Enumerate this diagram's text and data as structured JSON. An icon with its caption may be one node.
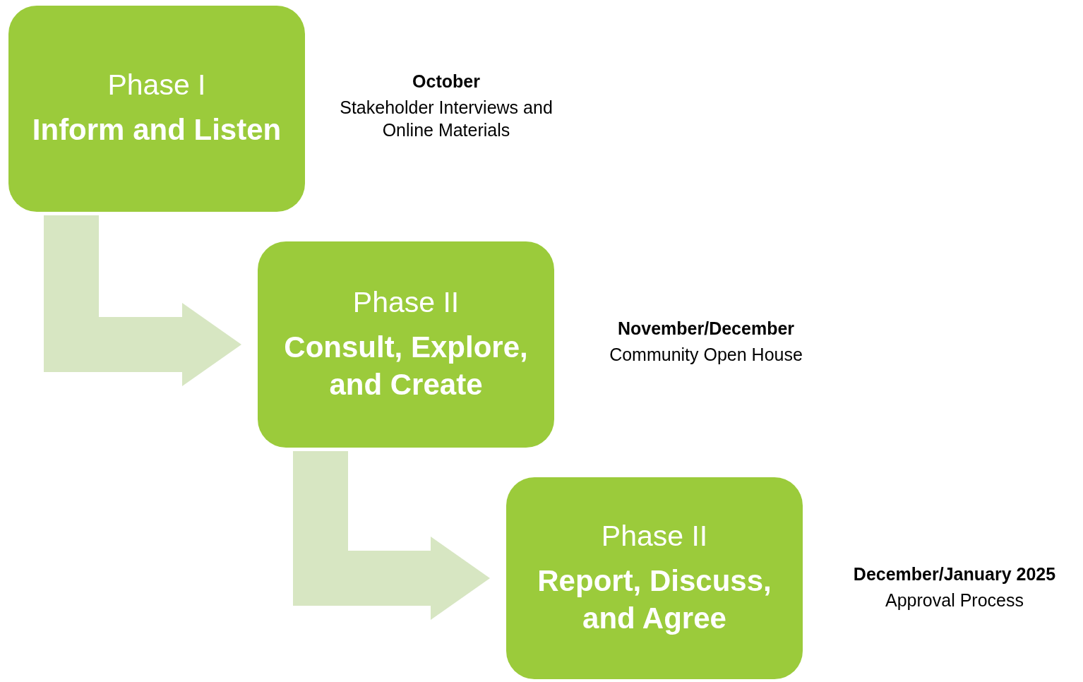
{
  "diagram": {
    "nodes": [
      {
        "text": [
          "Phase I",
          "Inform and Listen"
        ],
        "beside": [
          "October",
          "Stakeholder Interviews and Online Materials"
        ]
      },
      {
        "text": [
          "Phase II",
          "Consult, Explore, and Create"
        ],
        "beside": [
          "November/December",
          "Community Open House"
        ]
      },
      {
        "text": [
          "Phase II",
          "Report, Discuss, and Agree"
        ],
        "beside": [
          "December/January 2025",
          "Approval Process"
        ]
      }
    ],
    "edges": [
      {
        "from": 0,
        "to": 1,
        "arrow": "to"
      },
      {
        "from": 1,
        "to": 2,
        "arrow": "to"
      }
    ]
  }
}
